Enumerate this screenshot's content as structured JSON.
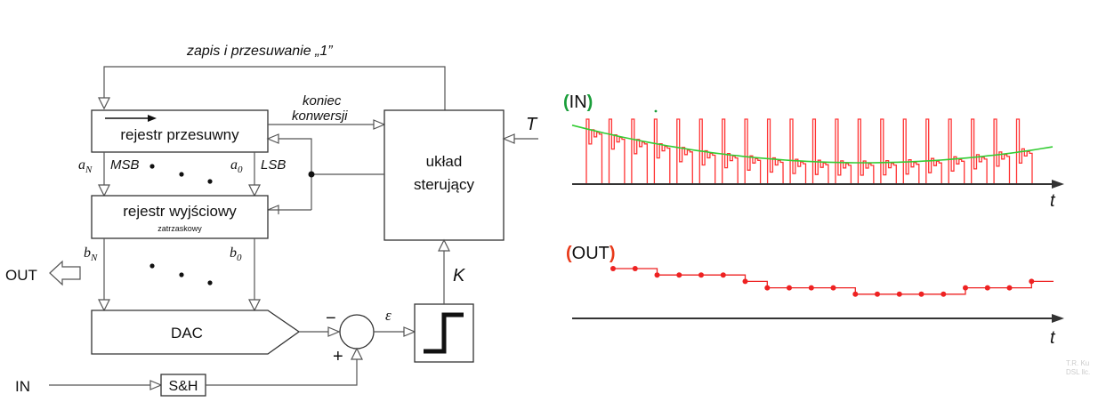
{
  "colors": {
    "in_signal": "#ff3333",
    "in_curve": "#33cc33",
    "out_signal": "#ee2222",
    "paren_in": "#1a9e3a",
    "paren_out": "#e83a1a",
    "wire": "#555555"
  },
  "labels": {
    "feedback": "zapis i przesuwanie „1”",
    "koniec": "koniec",
    "konwersji": "konwersji",
    "T": "T",
    "K": "K",
    "epsilon": "ε",
    "minus": "−",
    "plus": "+",
    "aN": "a",
    "aN_sub": "N",
    "MSB": "MSB",
    "a0": "a",
    "a0_sub": "0",
    "LSB": "LSB",
    "bN": "b",
    "bN_sub": "N",
    "b0": "b",
    "b0_sub": "0",
    "OUT": "OUT",
    "IN": "IN"
  },
  "blocks": {
    "shift_register": "rejestr przesuwny",
    "output_register": "rejestr wyjściowy",
    "output_register_sub": "zatrzaskowy",
    "control_line1": "układ",
    "control_line2": "sterujący",
    "dac": "DAC",
    "sh": "S&H"
  },
  "plots": {
    "in_paren_open": "(",
    "in_name": "IN",
    "in_paren_close": ")",
    "out_paren_open": "(",
    "out_name": "OUT",
    "out_paren_close": ")",
    "t_axis_in": "t",
    "t_axis_out": "t",
    "in_cycles": 20,
    "out_levels": [
      5,
      5,
      4,
      4,
      4,
      4,
      3,
      2,
      2,
      2,
      2,
      1,
      1,
      1,
      1,
      1,
      2,
      2,
      2,
      3
    ]
  },
  "credit": {
    "line1": "T.R. Ku",
    "line2": "DSL llc."
  }
}
